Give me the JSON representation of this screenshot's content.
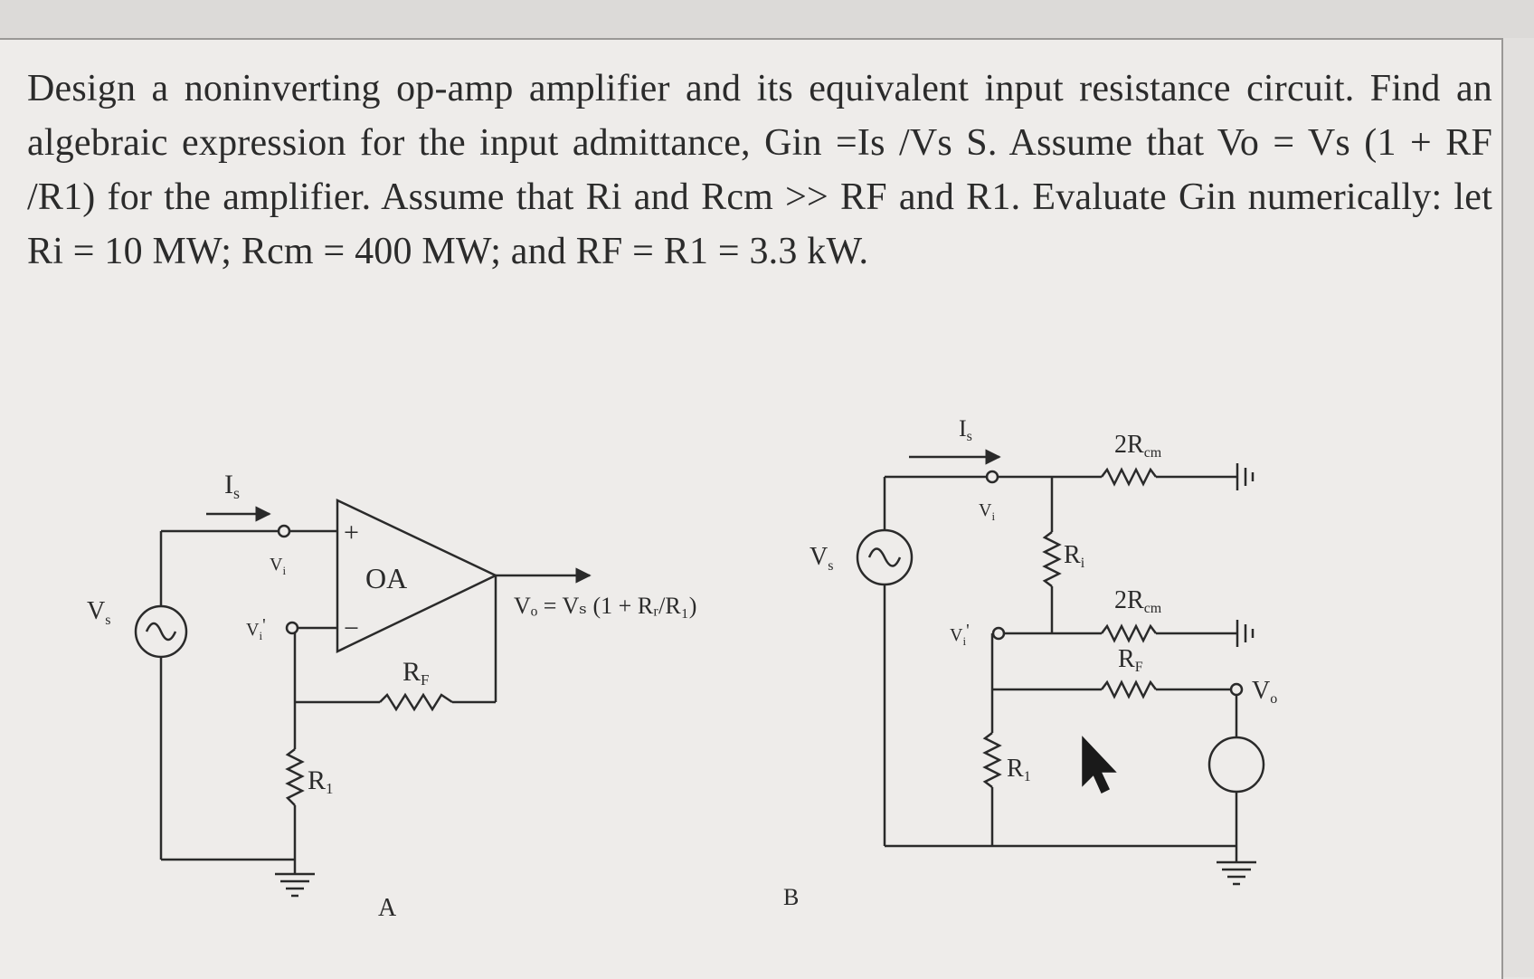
{
  "problem": {
    "text": "Design a noninverting op-amp amplifier and its equivalent input resistance circuit. Find an algebraic expression for the input admittance, Gin =Is /Vs S. Assume that Vo = Vs (1 + RF /R1) for the amplifier. Assume that Ri and Rcm >> RF and R1. Evaluate Gin numerically: let Ri = 10 MW; Rcm = 400 MW; and RF = R1 = 3.3 kW."
  },
  "circuit_a": {
    "caption": "A",
    "source": "V",
    "source_sub": "s",
    "current": "I",
    "current_sub": "s",
    "vi": "V",
    "vi_sub": "i",
    "vi_prime": "V",
    "vi_prime_sub": "i",
    "vi_prime_mark": "'",
    "opamp": "OA",
    "plus": "+",
    "minus": "−",
    "rf": "R",
    "rf_sub": "F",
    "r1": "R",
    "r1_sub": "1",
    "output_eq": "Vₒ = Vₛ (1 + Rᵣ/R₁)"
  },
  "circuit_b": {
    "caption": "B",
    "source": "V",
    "source_sub": "s",
    "current": "I",
    "current_sub": "s",
    "vi": "V",
    "vi_sub": "i",
    "vi_prime": "V",
    "vi_prime_sub": "i",
    "vi_prime_mark": "'",
    "ri": "R",
    "ri_sub": "i",
    "rcm_top": "2R",
    "rcm_top_sub": "cm",
    "rcm_mid": "2R",
    "rcm_mid_sub": "cm",
    "rf": "R",
    "rf_sub": "F",
    "r1": "R",
    "r1_sub": "1",
    "vo": "V",
    "vo_sub": "o"
  },
  "icons": [
    "ac-source-icon",
    "ground-icon",
    "resistor-icon",
    "opamp-icon",
    "mouse-cursor-icon"
  ]
}
